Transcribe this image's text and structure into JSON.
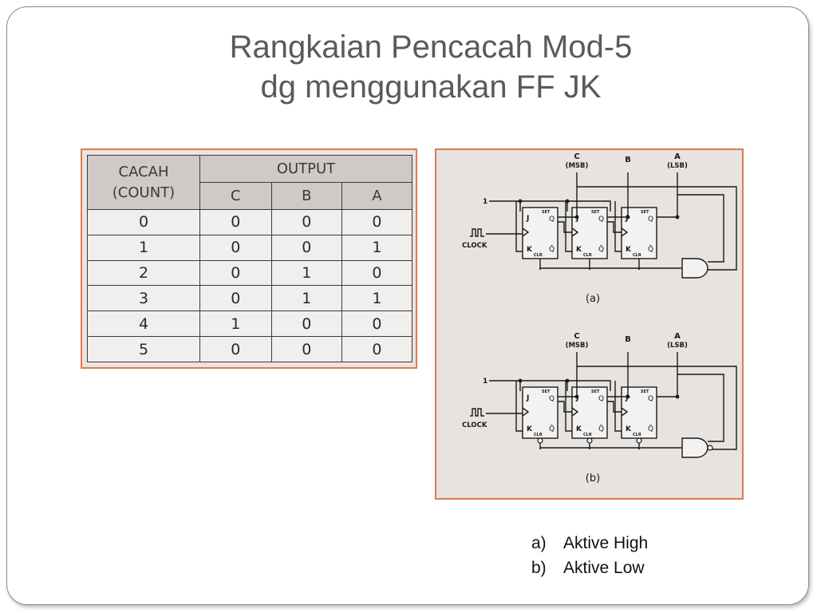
{
  "title": {
    "line1": "Rangkaian Pencacah Mod-5",
    "line2": "dg menggunakan FF JK"
  },
  "count_table": {
    "header_count_1": "CACAH",
    "header_count_2": "(COUNT)",
    "header_output": "OUTPUT",
    "columns": [
      "C",
      "B",
      "A"
    ],
    "rows": [
      [
        "0",
        "0",
        "0",
        "0"
      ],
      [
        "1",
        "0",
        "0",
        "1"
      ],
      [
        "2",
        "0",
        "1",
        "0"
      ],
      [
        "3",
        "0",
        "1",
        "1"
      ],
      [
        "4",
        "1",
        "0",
        "0"
      ],
      [
        "5",
        "0",
        "0",
        "0"
      ]
    ]
  },
  "circuit": {
    "label_c": "C",
    "label_msb": "(MSB)",
    "label_b": "B",
    "label_a": "A",
    "label_lsb": "(LSB)",
    "input_one": "1",
    "clock_label": "CLOCK",
    "ff_j": "J",
    "ff_k": "K",
    "ff_set": "SET",
    "ff_clr": "CLR",
    "ff_q": "Q",
    "ff_qbar": "Q̄",
    "caption_a": "(a)",
    "caption_b": "(b)"
  },
  "legend": {
    "items": [
      {
        "marker": "a)",
        "text": "Aktive High"
      },
      {
        "marker": "b)",
        "text": "Aktive Low"
      }
    ]
  }
}
